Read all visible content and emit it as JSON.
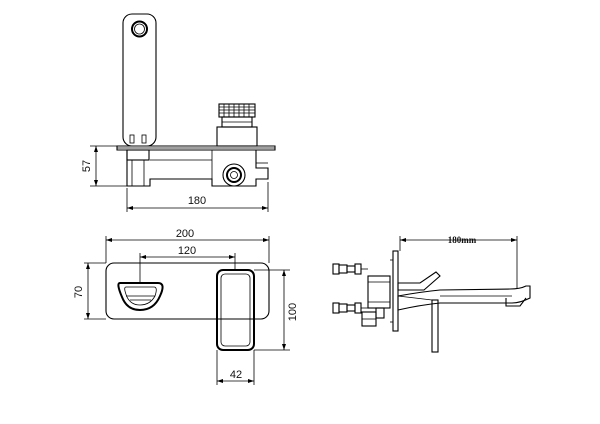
{
  "drawing": {
    "top_view": {
      "width_dim": "180",
      "height_dim": "57"
    },
    "front_view": {
      "overall_width_dim": "200",
      "inner_width_dim": "120",
      "height_dim": "70",
      "handle_height_dim": "100",
      "handle_width_dim": "42"
    },
    "side_view": {
      "reach_dim": "180mm"
    }
  }
}
